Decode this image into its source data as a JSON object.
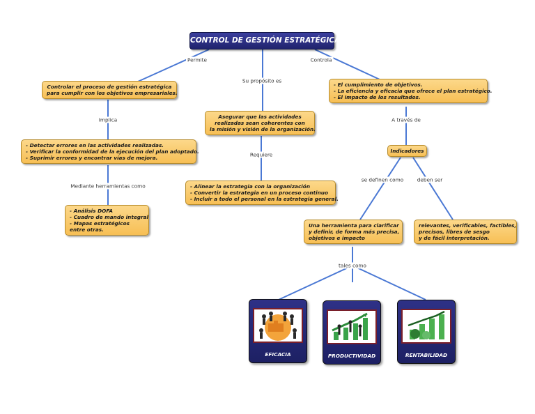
{
  "title": "CONTROL DE GESTIÓN ESTRATÉGICA",
  "link_labels": {
    "permite": "Permite",
    "su_proposito": "Su propósito es",
    "controla": "Controla",
    "implica": "Implica",
    "requiere": "Requiere",
    "a_traves_de": "A través de",
    "mediante": "Mediante herramientas como",
    "se_definen": "se definen como",
    "deben_ser": "deben ser",
    "tales_como": "tales como"
  },
  "nodes": {
    "controlar": [
      "Controlar el proceso de gestión estratégica",
      "para cumplir con los objetivos empresariales."
    ],
    "asegurar": [
      "Asegurar que las actividades",
      "realizadas sean coherentes con",
      "la misión y visión de la organización."
    ],
    "cumplimiento": [
      "- El cumplimiento de objetivos.",
      "- La eficiencia y eficacia que ofrece el plan estratégico.",
      "- El impacto de los resultados."
    ],
    "detectar": [
      "- Detectar errores en las actividades realizadas.",
      "- Verificar la conformidad de la ejecución del plan adoptado.",
      "- Suprimir errores y encontrar vías de mejora."
    ],
    "alinear": [
      "- Alinear la estrategia con la organización",
      "- Convertir la estrategia en un proceso continuo",
      "- Incluir a todo el personal en la estrategia general."
    ],
    "indicadores": [
      "Indicadores"
    ],
    "herramientas": [
      "- Análisis DOFA",
      "- Cuadro de mando integral",
      "- Mapas estratégicos",
      "entre otras."
    ],
    "herramienta_def": [
      "Una herramienta para clarificar",
      "y definir, de forma más precisa,",
      "objetivos e impacto"
    ],
    "relevantes": [
      "relevantes, verificables, factibles,",
      "precisos, libres de sesgo",
      "y de fácil interpretación."
    ]
  },
  "cards": {
    "eficacia": "EFICACIA",
    "productividad": "PRODUCTIVIDAD",
    "rentabilidad": "RENTABILIDAD"
  },
  "colors": {
    "node_fill": "#f7bf55",
    "title_fill": "#2b2f86",
    "connector": "#4a78d4"
  }
}
